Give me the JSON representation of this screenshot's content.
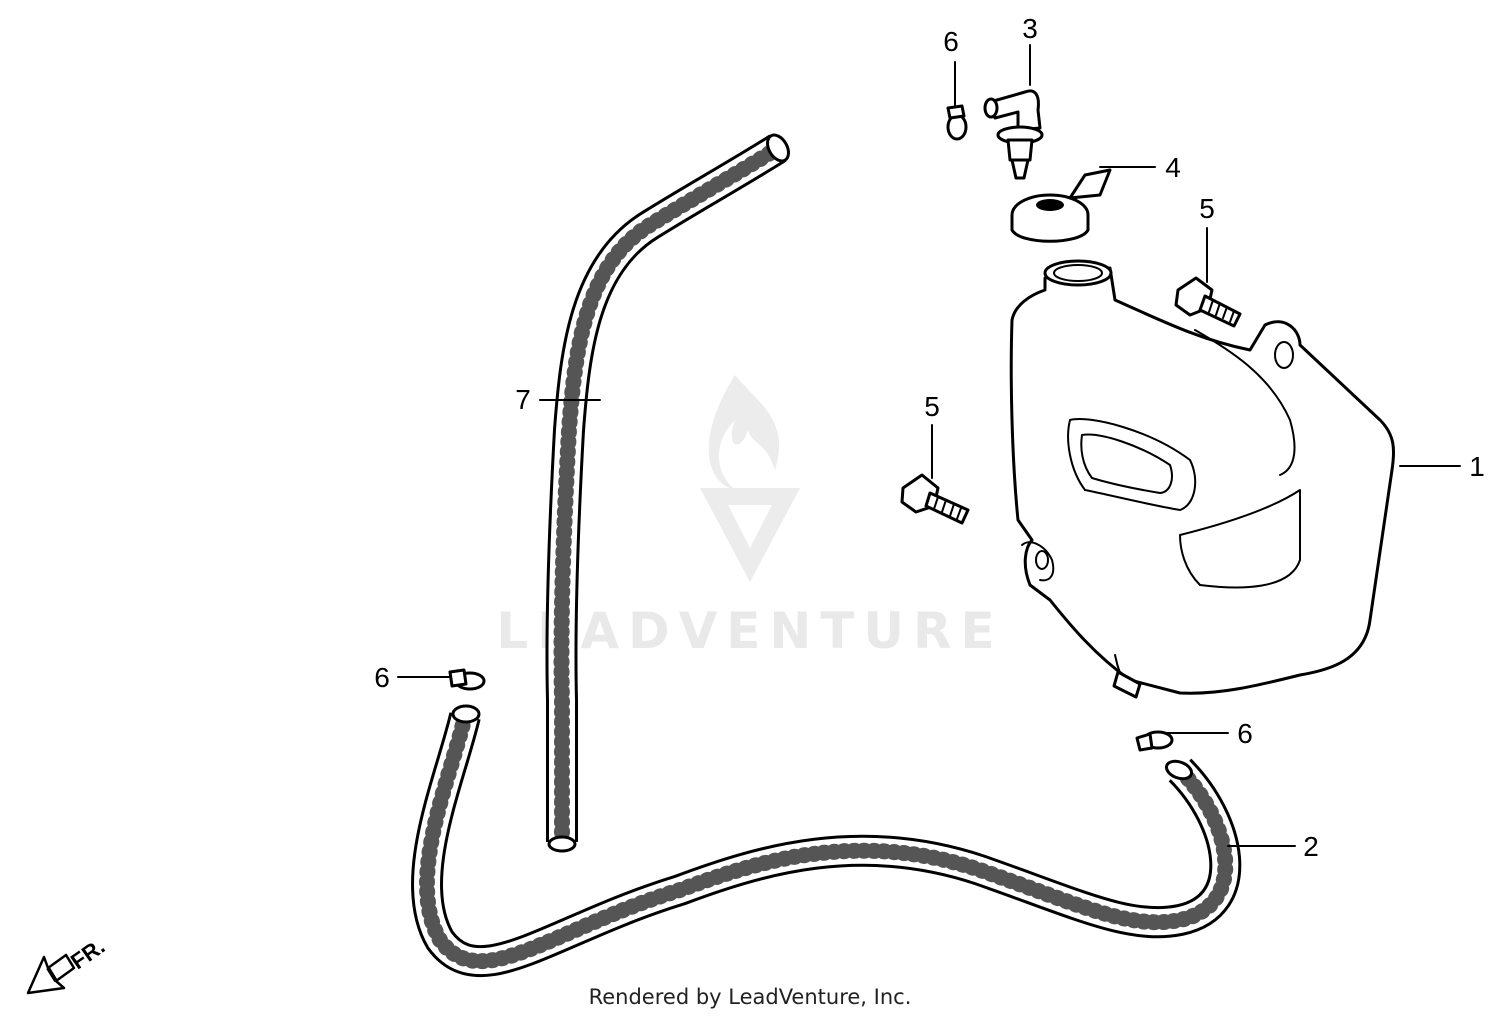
{
  "watermark": {
    "text": "LEADVENTURE"
  },
  "direction": {
    "label": "FR."
  },
  "callouts": [
    {
      "id": "tank",
      "number": "1"
    },
    {
      "id": "lower-hose",
      "number": "2"
    },
    {
      "id": "cap-fitting",
      "number": "3"
    },
    {
      "id": "tank-cap",
      "number": "4"
    },
    {
      "id": "bolt-upper",
      "number": "5"
    },
    {
      "id": "bolt-lower",
      "number": "5"
    },
    {
      "id": "clip-top",
      "number": "6"
    },
    {
      "id": "clip-left",
      "number": "6"
    },
    {
      "id": "clip-right",
      "number": "6"
    },
    {
      "id": "upper-hose",
      "number": "7"
    }
  ],
  "footer": {
    "text": "Rendered by LeadVenture, Inc."
  }
}
